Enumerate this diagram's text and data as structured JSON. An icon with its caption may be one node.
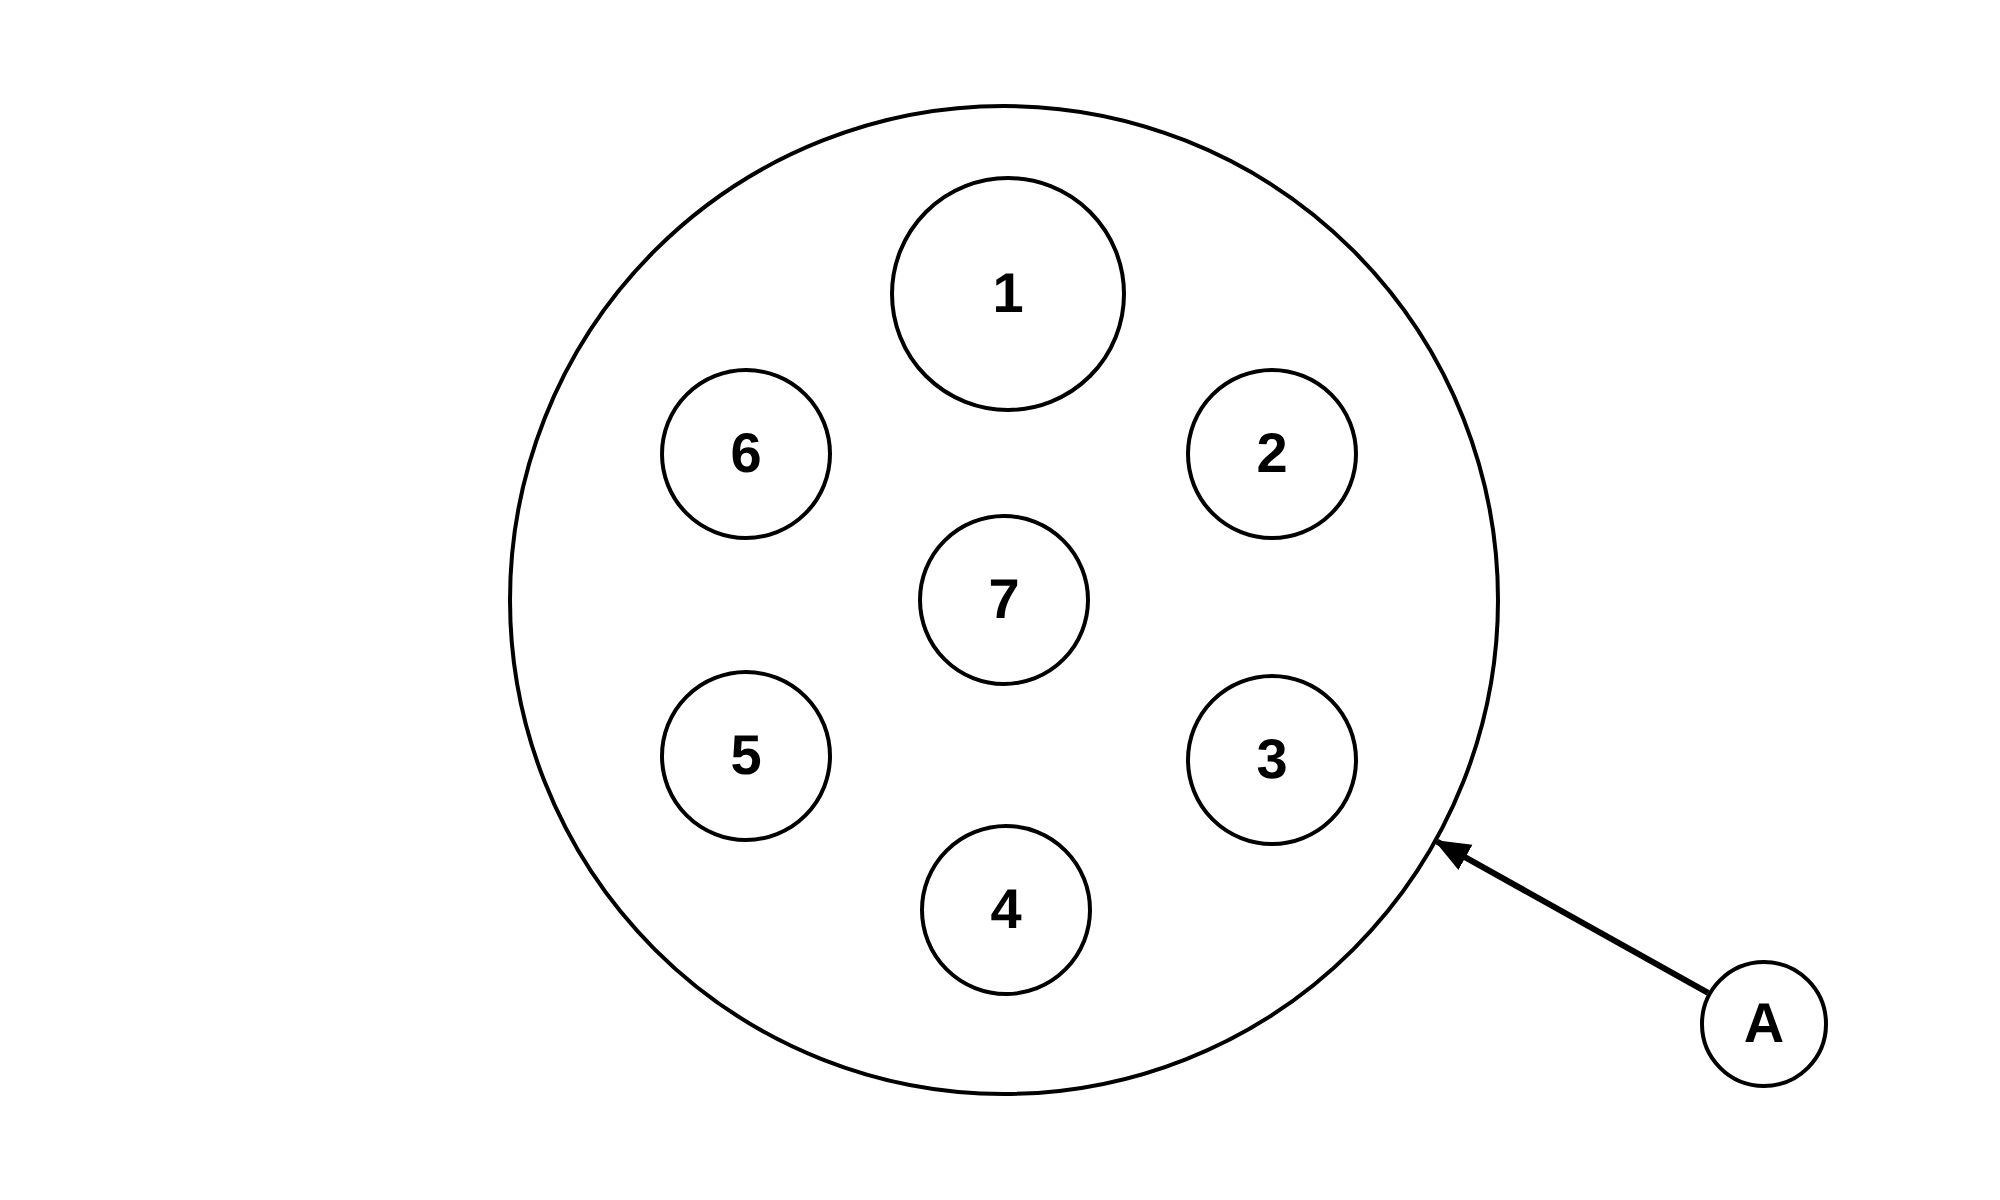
{
  "diagram": {
    "nodes": [
      {
        "text": [],
        "shape": "circle"
      },
      {
        "text": [
          "1"
        ],
        "in": 0
      },
      {
        "text": [
          "2"
        ],
        "in": 0
      },
      {
        "text": [
          "3"
        ],
        "in": 0
      },
      {
        "text": [
          "4"
        ],
        "in": 0
      },
      {
        "text": [
          "5"
        ],
        "in": 0
      },
      {
        "text": [
          "6"
        ],
        "in": 0
      },
      {
        "text": [
          "7"
        ],
        "in": 0
      },
      {
        "text": [
          "A"
        ]
      }
    ],
    "edges": [
      {
        "from": 8,
        "to": 0,
        "arrow": "to"
      }
    ]
  }
}
